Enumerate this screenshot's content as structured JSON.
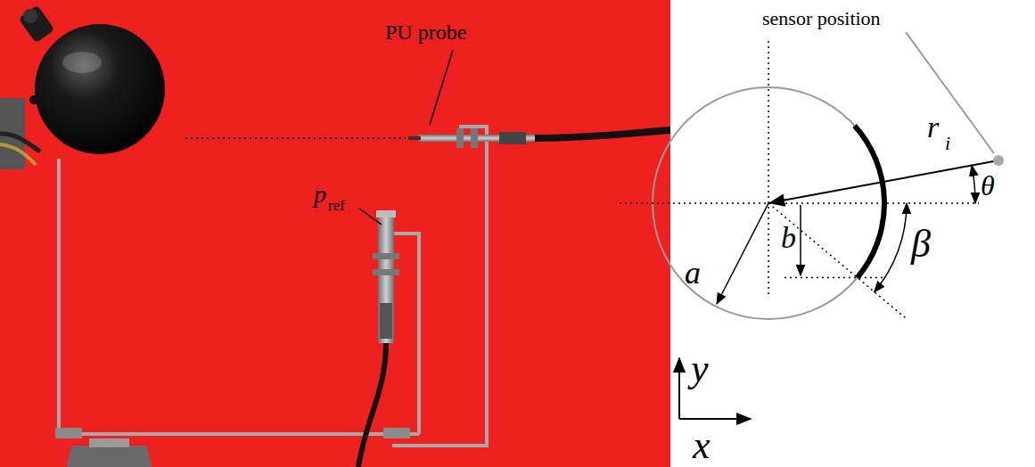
{
  "diagram": {
    "labels": [
      "PU probe",
      "p",
      "ref",
      "sensor position",
      "r",
      "i",
      "θ",
      "b",
      "a",
      "β",
      "y",
      "x"
    ]
  }
}
